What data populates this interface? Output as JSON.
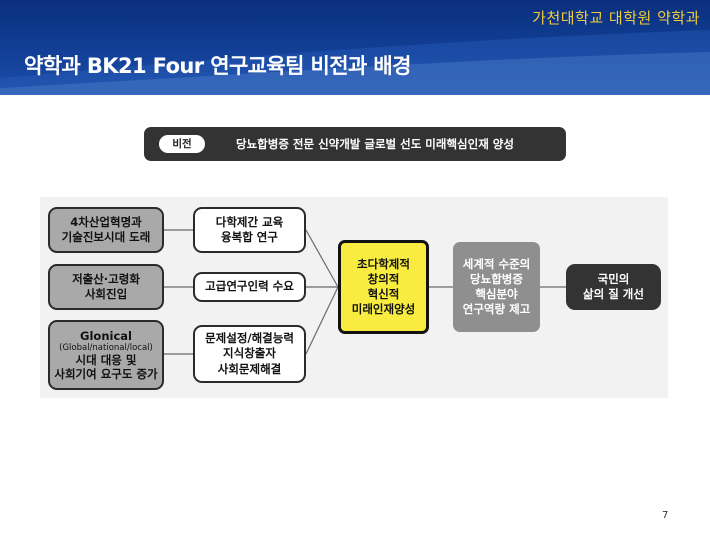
{
  "header": {
    "institution": "가천대학교 대학원 약학과",
    "title": "약학과 BK21 Four 연구교육팀 비전과 배경"
  },
  "vision": {
    "tag": "비전",
    "text": "당뇨합병증 전문 신약개발 글로벌 선도 미래핵심인재 양성"
  },
  "diagram": {
    "background_boxes": [
      {
        "lines": [
          "4차산업혁명과",
          "기술진보시대 도래"
        ]
      },
      {
        "lines": [
          "저출산·고령화",
          "사회진입"
        ]
      },
      {
        "lines": [
          "Glonical",
          "(Global/national/local)",
          "시대 대응 및",
          "사회기여 요구도 증가"
        ]
      }
    ],
    "need_boxes": [
      {
        "lines": [
          "다학제간 교육",
          "융복합 연구"
        ]
      },
      {
        "lines": [
          "고급연구인력 수요"
        ]
      },
      {
        "lines": [
          "문제설정/해결능력",
          "지식창출자",
          "사회문제해결"
        ]
      }
    ],
    "core_box": {
      "lines": [
        "초다학제적",
        "창의적",
        "혁신적",
        "미래인재양성"
      ]
    },
    "goal_box": {
      "lines": [
        "세계적 수준의",
        "당뇨합병증",
        "핵심분야",
        "연구역량 제고"
      ]
    },
    "final_box": {
      "lines": [
        "국민의",
        "삶의 질 개선"
      ]
    }
  },
  "page_number": "7",
  "colors": {
    "header_blue": "#123f97",
    "institution_gold": "#f3cc3c",
    "core_yellow": "#f7ec3f",
    "dark_box": "#333333"
  }
}
